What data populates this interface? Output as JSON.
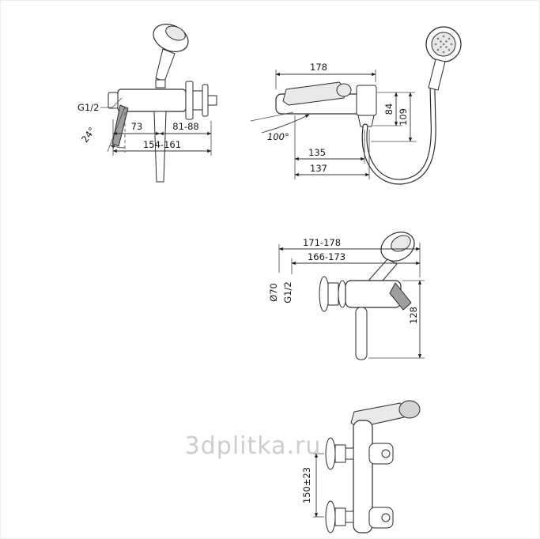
{
  "watermark": "3dplitka.ru",
  "views": {
    "side": {
      "labels": {
        "thread": "G1/2",
        "dim_left": "73",
        "dim_right": "81-88",
        "dim_total": "154-161",
        "angle": "24°"
      }
    },
    "front": {
      "labels": {
        "dim_width": "178",
        "dim_h1": "84",
        "dim_h2": "109",
        "angle": "100°",
        "dim_d1": "135",
        "dim_d2": "137"
      }
    },
    "top": {
      "labels": {
        "dim_r1": "171-178",
        "dim_r2": "166-173",
        "diameter": "Ø70",
        "thread": "G1/2",
        "dim_h": "128"
      }
    },
    "rear": {
      "labels": {
        "spacing": "150±23"
      }
    }
  }
}
